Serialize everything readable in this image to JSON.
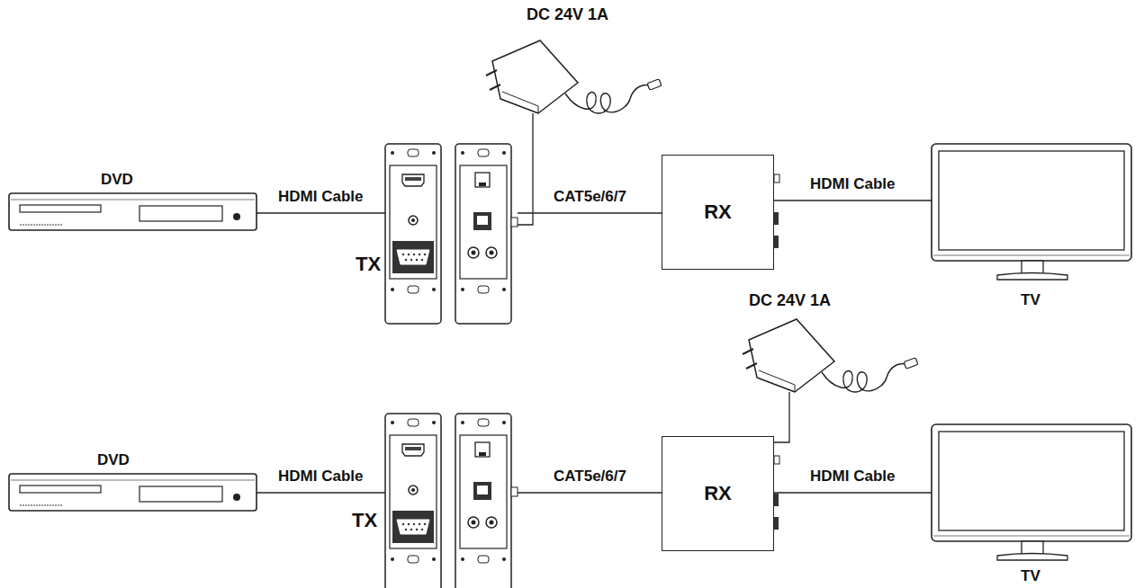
{
  "diagram": {
    "nodes": [
      {
        "text": [
          "DC 24V 1A"
        ]
      },
      {
        "text": [
          "DVD"
        ]
      },
      {
        "text": [
          "TX"
        ]
      },
      {
        "text": [
          "RX"
        ]
      },
      {
        "text": [
          "TV"
        ]
      },
      {
        "text": [
          "DC 24V 1A"
        ]
      },
      {
        "text": [
          "DVD"
        ]
      },
      {
        "text": [
          "TX"
        ]
      },
      {
        "text": [
          "RX"
        ]
      },
      {
        "text": [
          "TV"
        ]
      }
    ],
    "edges": [
      {
        "from": 1,
        "to": 2,
        "label": "HDMI Cable",
        "arrow": "none"
      },
      {
        "from": 2,
        "to": 3,
        "label": "CAT5e/6/7",
        "arrow": "none"
      },
      {
        "from": 3,
        "to": 4,
        "label": "HDMI Cable",
        "arrow": "none"
      },
      {
        "from": 0,
        "to": 2,
        "arrow": "none"
      },
      {
        "from": 6,
        "to": 7,
        "label": "HDMI Cable",
        "arrow": "none"
      },
      {
        "from": 7,
        "to": 8,
        "label": "CAT5e/6/7",
        "arrow": "none"
      },
      {
        "from": 8,
        "to": 9,
        "label": "HDMI Cable",
        "arrow": "none"
      },
      {
        "from": 5,
        "to": 8,
        "arrow": "none"
      }
    ]
  }
}
